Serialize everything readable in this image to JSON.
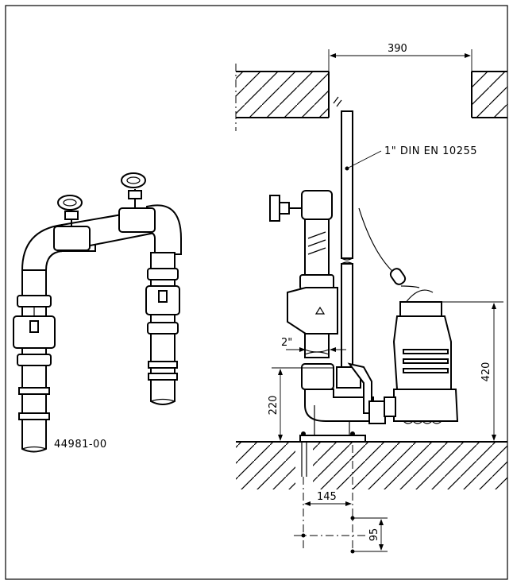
{
  "drawing": {
    "part_number": "44981-00",
    "pipe_spec": "1\" DIN EN 10255",
    "dimensions": {
      "width_top": "390",
      "height_right": "420",
      "height_left": "220",
      "pipe_size": "2\"",
      "base_width": "145",
      "base_depth": "95"
    }
  }
}
